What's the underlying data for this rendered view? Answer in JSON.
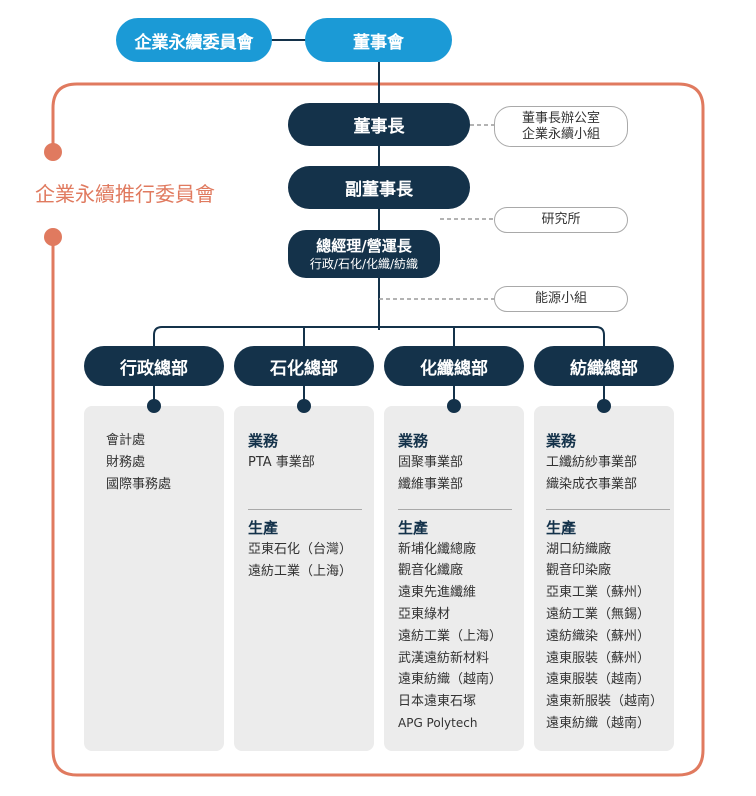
{
  "top": {
    "sustainability_committee": "企業永續委員會",
    "board": "董事會"
  },
  "side_committee": "企業永續推行委員會",
  "chain": {
    "chairman": "董事長",
    "vice_chairman": "副董事長",
    "president_line1": "總經理/營運長",
    "president_line2": "行政/石化/化纖/紡織"
  },
  "notes": {
    "chairman_office_line1": "董事長辦公室",
    "chairman_office_line2": "企業永續小組",
    "research": "研究所",
    "energy": "能源小組"
  },
  "divisions": [
    {
      "name": "行政總部",
      "items": [
        "會計處",
        "財務處",
        "國際事務處"
      ]
    },
    {
      "name": "石化總部",
      "business_title": "業務",
      "business": [
        "PTA 事業部"
      ],
      "production_title": "生產",
      "production": [
        "亞東石化（台灣）",
        "遠紡工業（上海）"
      ]
    },
    {
      "name": "化纖總部",
      "business_title": "業務",
      "business": [
        "固聚事業部",
        "纖維事業部"
      ],
      "production_title": "生產",
      "production": [
        "新埔化纖總廠",
        "觀音化纖廠",
        "遠東先進纖維",
        "亞東綠材",
        "遠紡工業（上海）",
        "武漢遠紡新材料",
        "遠東紡織（越南）",
        "日本遠東石塚",
        "APG Polytech"
      ]
    },
    {
      "name": "紡織總部",
      "business_title": "業務",
      "business": [
        "工纖紡紗事業部",
        "織染成衣事業部"
      ],
      "production_title": "生產",
      "production": [
        "湖口紡織廠",
        "觀音印染廠",
        "亞東工業（蘇州）",
        "遠紡工業（無錫）",
        "遠紡織染（蘇州）",
        "遠東服裝（蘇州）",
        "遠東服裝（越南）",
        "遠東新服裝（越南）",
        "遠東紡織（越南）"
      ]
    }
  ],
  "colors": {
    "navy": "#14324a",
    "blue": "#1b9ad6",
    "orange": "#e07a5f",
    "panel": "#ececec"
  }
}
